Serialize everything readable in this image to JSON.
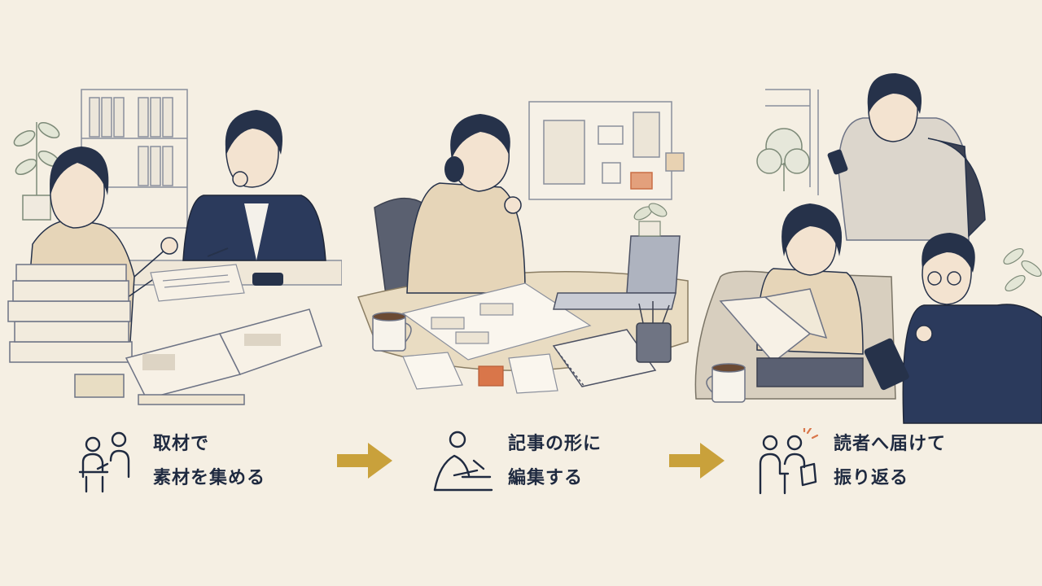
{
  "steps": [
    {
      "line1": "取材で",
      "line2": "素材を集める"
    },
    {
      "line1": "記事の形に",
      "line2": "編集する"
    },
    {
      "line1": "読者へ届けて",
      "line2": "振り返る"
    }
  ],
  "colors": {
    "background": "#f5efe3",
    "ink": "#26324a",
    "navy": "#2b3a5c",
    "beige": "#e6d5b8",
    "arrow": "#c9a13b",
    "accent": "#d9764a"
  },
  "icons": [
    "interview-icon",
    "editing-icon",
    "readers-icon",
    "arrow-right-icon"
  ]
}
